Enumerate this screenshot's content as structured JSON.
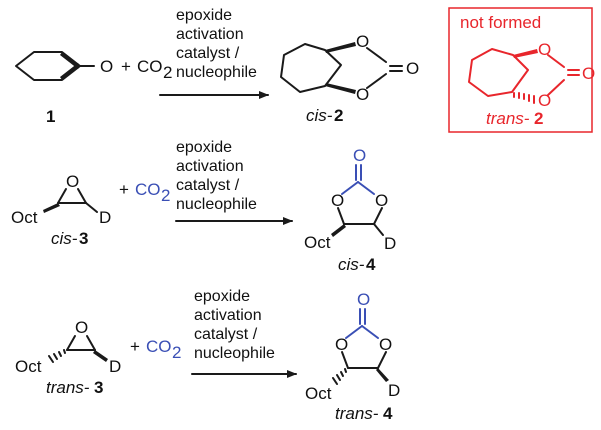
{
  "colors": {
    "black": "#1a1a1a",
    "blue": "#3a4fb5",
    "red": "#e8262c"
  },
  "conditions": [
    "epoxide",
    "activation",
    "catalyst /",
    "nucleophile"
  ],
  "atoms": {
    "oxygen": "O",
    "deuterium": "D",
    "octyl": "Oct"
  },
  "reagent": {
    "plus": "+",
    "co2_base": "CO",
    "co2_sub": "2"
  },
  "row1": {
    "start_number": "1",
    "product_prefix": "cis-",
    "product_number": "2"
  },
  "not_formed": {
    "title": "not formed",
    "prefix": "trans-",
    "number": "2"
  },
  "row2": {
    "start_prefix": "cis-",
    "start_number": "3",
    "product_prefix": "cis-",
    "product_number": "4"
  },
  "row3": {
    "start_prefix": "trans-",
    "start_number": "3",
    "product_prefix": "trans-",
    "product_number": "4"
  }
}
